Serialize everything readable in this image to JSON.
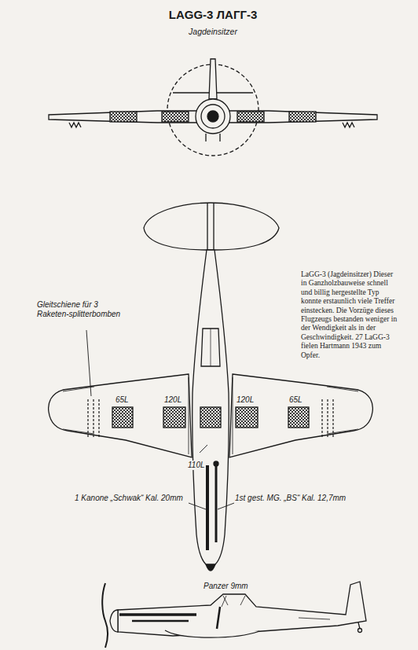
{
  "diagram": {
    "title": "LAGG-3 ЛАГГ-3",
    "caption": "LaGG-3 (Jagdeinsitzer) Dieser in Ganzholzbauweise schnell und billig hergestellte Typ konnte erstaunlich viele Treffer einstecken. Die Vorzüge dieses Flugzeugs bestanden weniger in der Wendigkeit als in der Geschwindigkeit. 27 LaGG-3 fielen Hartmann 1943 zum Opfer.",
    "labels": [
      "Jagdeinsitzer",
      "Gleitschiene für 3 Raketen-splitterbomben",
      "65L",
      "120L",
      "120L",
      "65L",
      "110L",
      "1 Kanone „Schwak“ Kal. 20mm",
      "1st gest. MG. „BS“ Kal. 12,7mm",
      "Panzer 9mm"
    ]
  }
}
